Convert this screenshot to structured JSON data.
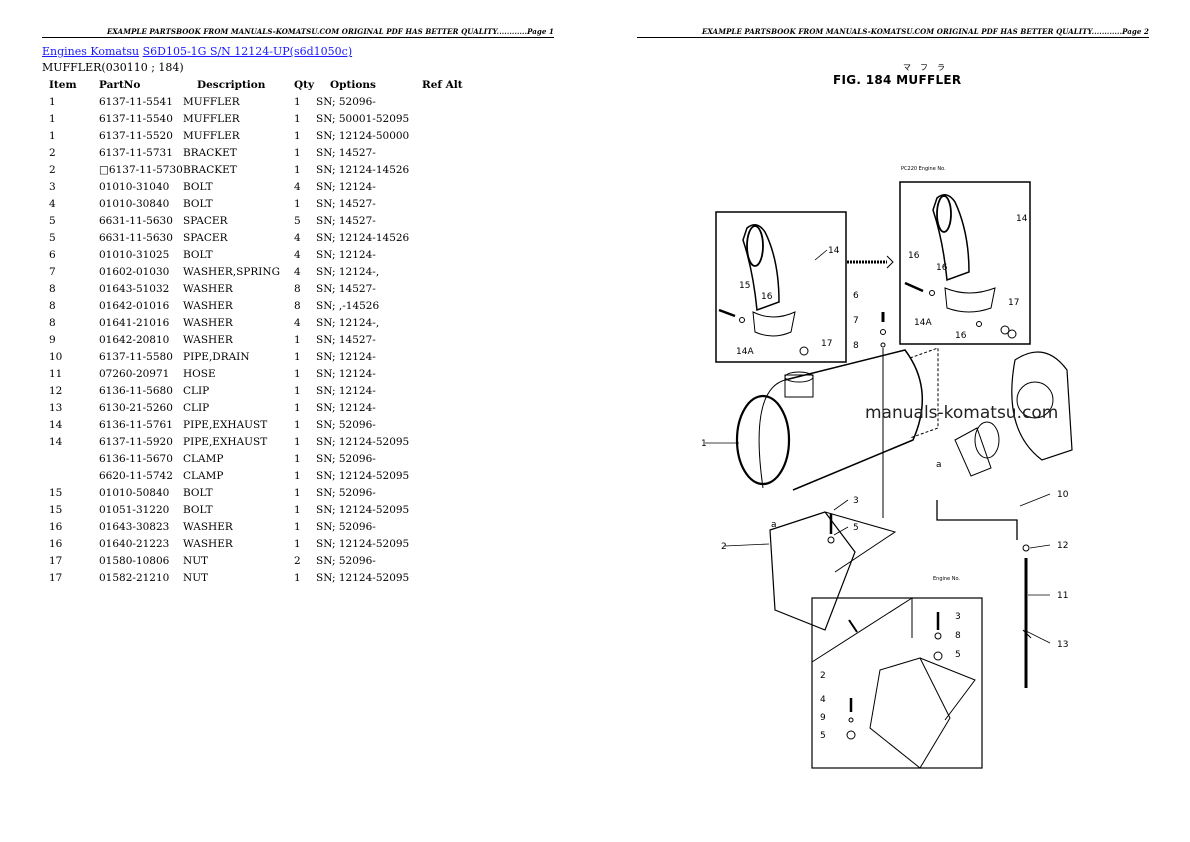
{
  "page1": {
    "banner": "EXAMPLE PARTSBOOK FROM MANUALS-KOMATSU.COM ORIGINAL PDF HAS BETTER QUALITY............Page 1",
    "breadcrumb": {
      "link1": "Engines Komatsu",
      "link2": "S6D105-1G S/N 12124-UP(s6d1050c)"
    },
    "subtitle": "MUFFLER(030110 ; 184)",
    "table": {
      "headers": [
        "Item",
        "PartNo",
        "Description",
        "Qty",
        "Options",
        "Ref Alt"
      ],
      "rows": [
        [
          "1",
          "6137-11-5541",
          "MUFFLER",
          "1",
          "SN; 52096-",
          ""
        ],
        [
          "1",
          "6137-11-5540",
          "MUFFLER",
          "1",
          "SN; 50001-52095",
          ""
        ],
        [
          "1",
          "6137-11-5520",
          "MUFFLER",
          "1",
          "SN; 12124-50000",
          ""
        ],
        [
          "2",
          "6137-11-5731",
          "BRACKET",
          "1",
          "SN; 14527-",
          ""
        ],
        [
          "2",
          "□6137-11-5730",
          "BRACKET",
          "1",
          "SN; 12124-14526",
          ""
        ],
        [
          "3",
          "01010-31040",
          "BOLT",
          "4",
          "SN; 12124-",
          ""
        ],
        [
          "4",
          "01010-30840",
          "BOLT",
          "1",
          "SN; 14527-",
          ""
        ],
        [
          "5",
          "6631-11-5630",
          "SPACER",
          "5",
          "SN; 14527-",
          ""
        ],
        [
          "5",
          "6631-11-5630",
          "SPACER",
          "4",
          "SN; 12124-14526",
          ""
        ],
        [
          "6",
          "01010-31025",
          "BOLT",
          "4",
          "SN; 12124-",
          ""
        ],
        [
          "7",
          "01602-01030",
          "WASHER,SPRING",
          "4",
          "SN; 12124-,",
          ""
        ],
        [
          "8",
          "01643-51032",
          "WASHER",
          "8",
          "SN; 14527-",
          ""
        ],
        [
          "8",
          "01642-01016",
          "WASHER",
          "8",
          "SN; ,-14526",
          ""
        ],
        [
          "8",
          "01641-21016",
          "WASHER",
          "4",
          "SN; 12124-,",
          ""
        ],
        [
          "9",
          "01642-20810",
          "WASHER",
          "1",
          "SN; 14527-",
          ""
        ],
        [
          "10",
          "6137-11-5580",
          "PIPE,DRAIN",
          "1",
          "SN; 12124-",
          ""
        ],
        [
          "11",
          "07260-20971",
          "HOSE",
          "1",
          "SN; 12124-",
          ""
        ],
        [
          "12",
          "6136-11-5680",
          "CLIP",
          "1",
          "SN; 12124-",
          ""
        ],
        [
          "13",
          "6130-21-5260",
          "CLIP",
          "1",
          "SN; 12124-",
          ""
        ],
        [
          "14",
          "6136-11-5761",
          "PIPE,EXHAUST",
          "1",
          "SN; 52096-",
          ""
        ],
        [
          "14",
          "6137-11-5920",
          "PIPE,EXHAUST",
          "1",
          "SN; 12124-52095",
          ""
        ],
        [
          "",
          "6136-11-5670",
          "CLAMP",
          "1",
          "SN; 52096-",
          ""
        ],
        [
          "",
          "6620-11-5742",
          "CLAMP",
          "1",
          "SN; 12124-52095",
          ""
        ],
        [
          "15",
          "01010-50840",
          "BOLT",
          "1",
          "SN; 52096-",
          ""
        ],
        [
          "15",
          "01051-31220",
          "BOLT",
          "1",
          "SN; 12124-52095",
          ""
        ],
        [
          "16",
          "01643-30823",
          "WASHER",
          "1",
          "SN; 52096-",
          ""
        ],
        [
          "16",
          "01640-21223",
          "WASHER",
          "1",
          "SN; 12124-52095",
          ""
        ],
        [
          "17",
          "01580-10806",
          "NUT",
          "2",
          "SN; 52096-",
          ""
        ],
        [
          "17",
          "01582-21210",
          "NUT",
          "1",
          "SN; 12124-52095",
          ""
        ]
      ]
    }
  },
  "page2": {
    "banner": "EXAMPLE PARTSBOOK FROM MANUALS-KOMATSU.COM ORIGINAL PDF HAS BETTER QUALITY............Page 2",
    "figure": {
      "kana": "マフラ",
      "title": "FIG. 184  MUFFLER",
      "watermark": "manuals-komatsu.com",
      "inset_top_caption": "PC220  Engine No.",
      "inset_bottom_caption": "Engine No.",
      "callouts": [
        "1",
        "2",
        "3",
        "4",
        "5",
        "6",
        "7",
        "8",
        "9",
        "10",
        "11",
        "12",
        "13",
        "14",
        "14A",
        "15",
        "16",
        "17",
        "a"
      ]
    }
  }
}
